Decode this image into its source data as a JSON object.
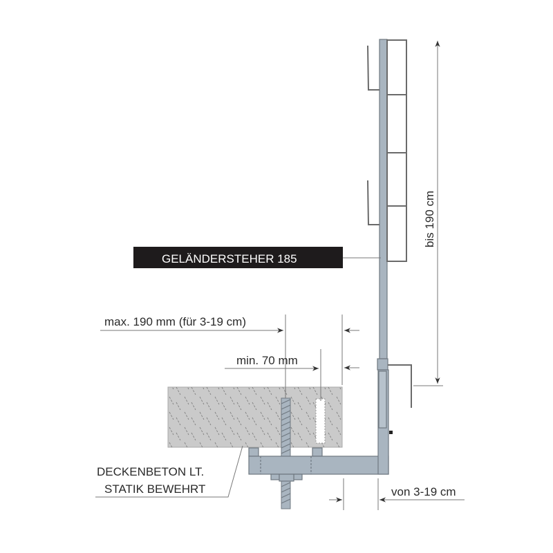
{
  "labels": {
    "post": "GELÄNDERSTEHER 185",
    "height": "bis 190 cm",
    "max_distance": "max. 190 mm (für 3-19 cm)",
    "min_distance": "min. 70 mm",
    "concrete_line1": "DECKENBETON LT.",
    "concrete_line2": "STATIK BEWEHRT",
    "offset": "von 3-19 cm"
  },
  "colors": {
    "steel": "#a9b5c0",
    "steel_edge": "#6f7880",
    "concrete": "#cacaca",
    "label_bg": "#1e1b1c",
    "line": "#555555"
  }
}
